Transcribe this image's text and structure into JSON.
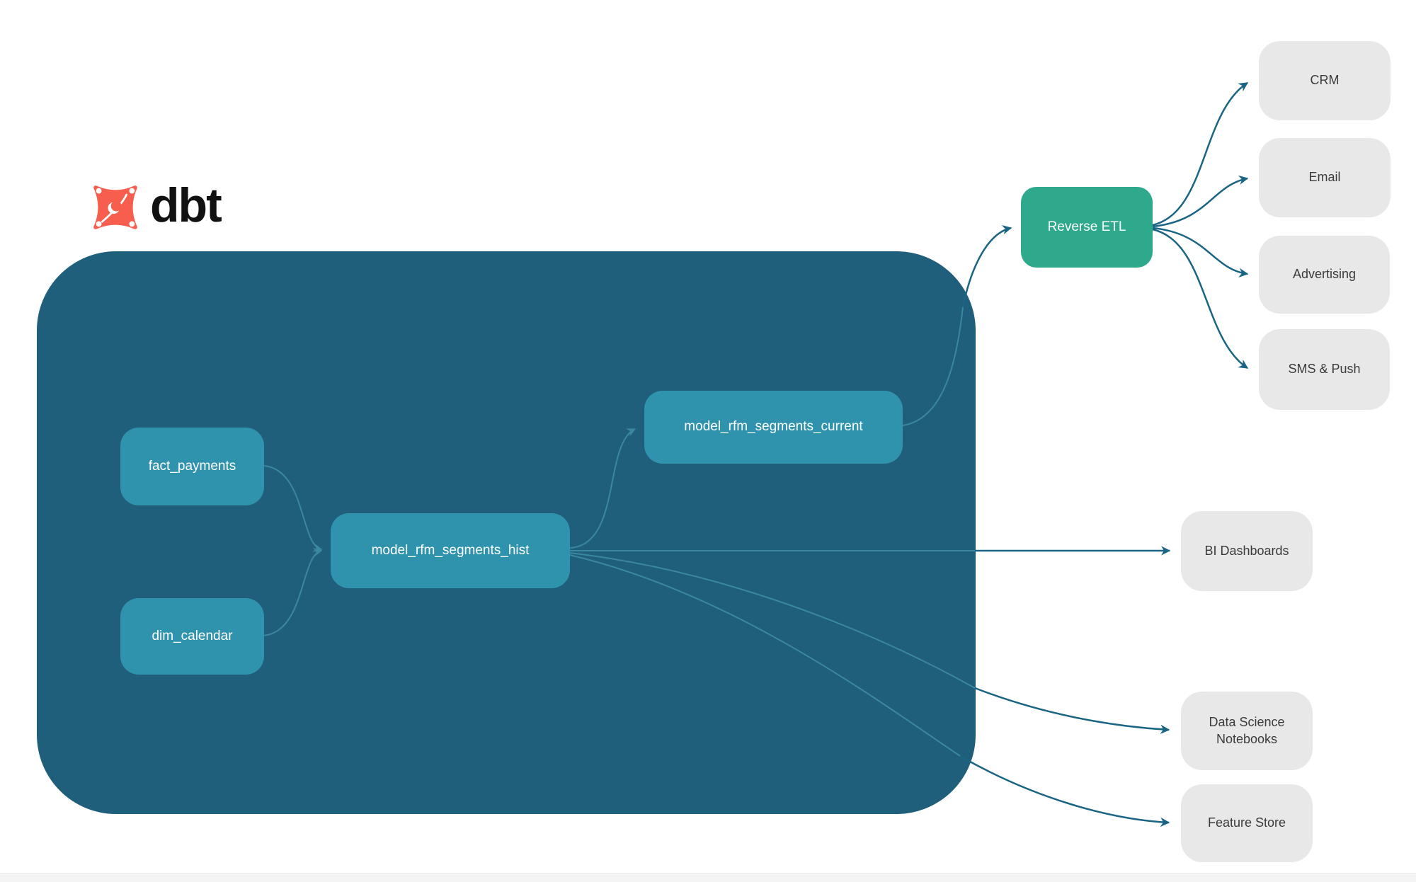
{
  "brand": {
    "name": "dbt"
  },
  "diagram": {
    "nodes": {
      "fact_payments": {
        "label": "fact_payments"
      },
      "dim_calendar": {
        "label": "dim_calendar"
      },
      "rfm_hist": {
        "label": "model_rfm_segments_hist"
      },
      "rfm_current": {
        "label": "model_rfm_segments_current"
      },
      "reverse_etl": {
        "label": "Reverse ETL"
      },
      "crm": {
        "label": "CRM"
      },
      "email": {
        "label": "Email"
      },
      "advertising": {
        "label": "Advertising"
      },
      "sms_push": {
        "label": "SMS & Push"
      },
      "bi_dashboards": {
        "label": "BI Dashboards"
      },
      "ds_notebooks": {
        "label": "Data Science Notebooks"
      },
      "feature_store": {
        "label": "Feature Store"
      }
    },
    "edges": [
      {
        "from": "fact_payments",
        "to": "model_rfm_segments_hist"
      },
      {
        "from": "dim_calendar",
        "to": "model_rfm_segments_hist"
      },
      {
        "from": "model_rfm_segments_hist",
        "to": "model_rfm_segments_current"
      },
      {
        "from": "model_rfm_segments_hist",
        "to": "BI Dashboards"
      },
      {
        "from": "model_rfm_segments_hist",
        "to": "Data Science Notebooks"
      },
      {
        "from": "model_rfm_segments_hist",
        "to": "Feature Store"
      },
      {
        "from": "model_rfm_segments_current",
        "to": "Reverse ETL"
      },
      {
        "from": "Reverse ETL",
        "to": "CRM"
      },
      {
        "from": "Reverse ETL",
        "to": "Email"
      },
      {
        "from": "Reverse ETL",
        "to": "Advertising"
      },
      {
        "from": "Reverse ETL",
        "to": "SMS & Push"
      }
    ]
  },
  "colors": {
    "page_bg": "#ffffff",
    "container_bg": "#1F5F7C",
    "node_bg": "#3093AE",
    "node_text": "#ffffff",
    "etl_bg": "#2EA98B",
    "etl_text": "#ffffff",
    "dest_bg": "#E8E8E8",
    "dest_text": "#3B3B3B",
    "edge_inner": "#3C87A0",
    "edge_outer": "#1A6583",
    "logo_orange": "#F75E4E",
    "brand_text": "#111111",
    "footer_band": "#f4f4f4"
  }
}
